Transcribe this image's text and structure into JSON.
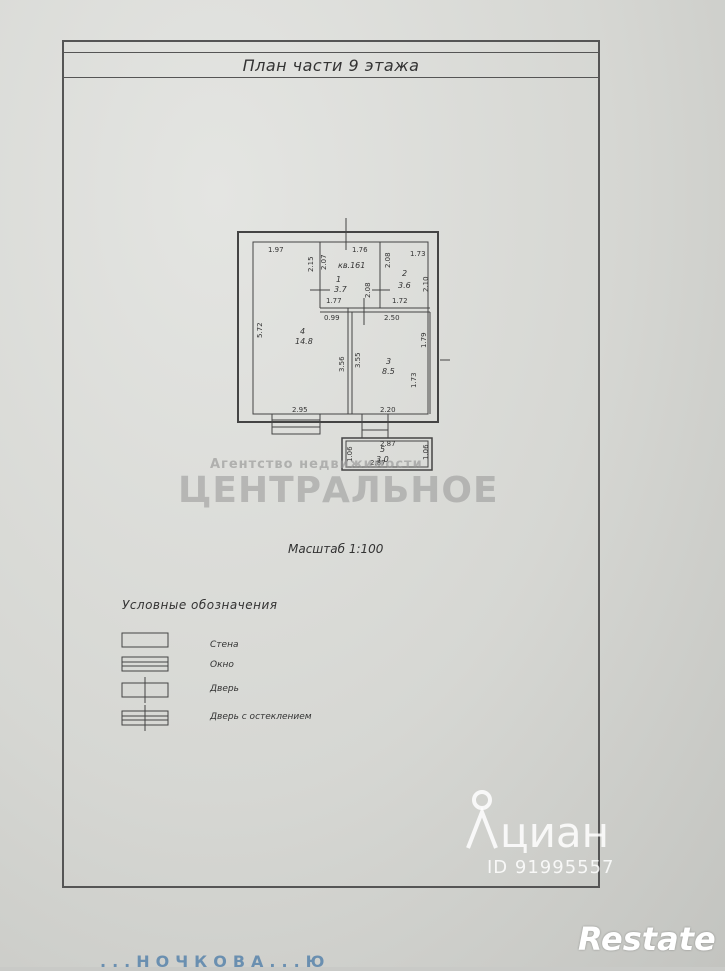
{
  "title": "План части 9 этажа",
  "scale": "Масштаб 1:100",
  "apartment_label": "кв.161",
  "rooms": [
    {
      "number": "1",
      "area": "3.7"
    },
    {
      "number": "2",
      "area": "3.6"
    },
    {
      "number": "3",
      "area": "8.5"
    },
    {
      "number": "4",
      "area": "14.8"
    },
    {
      "number": "5",
      "area": "3.0"
    }
  ],
  "dimensions": {
    "d197": "1.97",
    "d176": "1.76",
    "d173": "1.73",
    "d207": "2.07",
    "d215": "2.15",
    "d208a": "2.08",
    "d210": "2.10",
    "d177": "1.77",
    "d208b": "2.08",
    "d172": "1.72",
    "d099": "0.99",
    "d250": "2.50",
    "d572": "5.72",
    "d356": "3.56",
    "d355": "3.55",
    "d179": "1.79",
    "d173b": "1.73",
    "d295": "2.95",
    "d220": "2.20",
    "d287a": "2.87",
    "d287b": "2.87",
    "d106a": "1.06",
    "d106b": "1.06"
  },
  "legend": {
    "title": "Условные обозначения",
    "items": [
      {
        "label": "Стена"
      },
      {
        "label": "Окно"
      },
      {
        "label": "Дверь"
      },
      {
        "label": "Дверь с остеклением"
      }
    ]
  },
  "watermarks": {
    "agency_top": "Агентство недвижимости",
    "agency_main": "ЦЕНТРАЛЬНОЕ",
    "cian": "циан",
    "cian_id": "ID 91995557",
    "restate": "Restate",
    "bottom": "...НОЧКОВА...Ю"
  },
  "colors": {
    "ink": "#333333",
    "paper": "#d8d9d5",
    "restate": "#ffffff"
  }
}
